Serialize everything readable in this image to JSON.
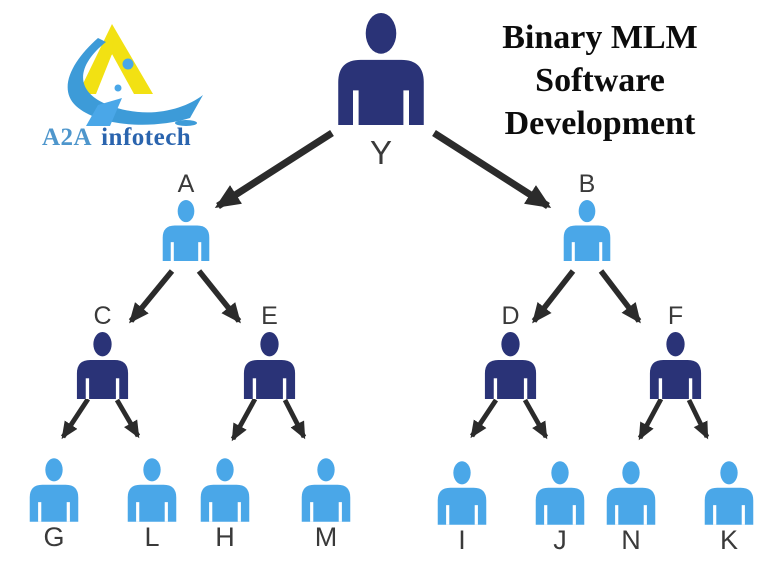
{
  "logo": {
    "brand_primary": "A2A",
    "brand_secondary": "infotech"
  },
  "title": {
    "full_text": "Binary MLM Software Development",
    "lines": [
      "Binary MLM",
      "Software",
      "Development"
    ]
  },
  "colors": {
    "dark_node": "#2a3377",
    "light_node": "#4aa7e8",
    "arrow": "#2b2b2b",
    "node_label": "#3a3a3a",
    "title_text": "#0c0c0c",
    "logo_yellow": "#f2e113",
    "logo_swoosh_blue": "#3d9bd8",
    "logo_text_primary": "#4e96cc",
    "logo_text_secondary": "#2a64ae"
  },
  "tree": {
    "description": "Binary MLM genealogy tree",
    "nodes": {
      "Y": {
        "label": "Y",
        "level": 1,
        "color": "dark"
      },
      "A": {
        "label": "A",
        "level": 2,
        "color": "light"
      },
      "B": {
        "label": "B",
        "level": 2,
        "color": "light"
      },
      "C": {
        "label": "C",
        "level": 3,
        "color": "dark"
      },
      "E": {
        "label": "E",
        "level": 3,
        "color": "dark"
      },
      "D": {
        "label": "D",
        "level": 3,
        "color": "dark"
      },
      "F": {
        "label": "F",
        "level": 3,
        "color": "dark"
      },
      "G": {
        "label": "G",
        "level": 4,
        "color": "light"
      },
      "L": {
        "label": "L",
        "level": 4,
        "color": "light"
      },
      "H": {
        "label": "H",
        "level": 4,
        "color": "light"
      },
      "M": {
        "label": "M",
        "level": 4,
        "color": "light"
      },
      "I": {
        "label": "I",
        "level": 4,
        "color": "light"
      },
      "J": {
        "label": "J",
        "level": 4,
        "color": "light"
      },
      "N": {
        "label": "N",
        "level": 4,
        "color": "light"
      },
      "K": {
        "label": "K",
        "level": 4,
        "color": "light"
      }
    },
    "edges": [
      [
        "Y",
        "A"
      ],
      [
        "Y",
        "B"
      ],
      [
        "A",
        "C"
      ],
      [
        "A",
        "E"
      ],
      [
        "B",
        "D"
      ],
      [
        "B",
        "F"
      ],
      [
        "C",
        "G"
      ],
      [
        "C",
        "L"
      ],
      [
        "E",
        "H"
      ],
      [
        "E",
        "M"
      ],
      [
        "D",
        "I"
      ],
      [
        "D",
        "J"
      ],
      [
        "F",
        "N"
      ],
      [
        "F",
        "K"
      ]
    ]
  }
}
